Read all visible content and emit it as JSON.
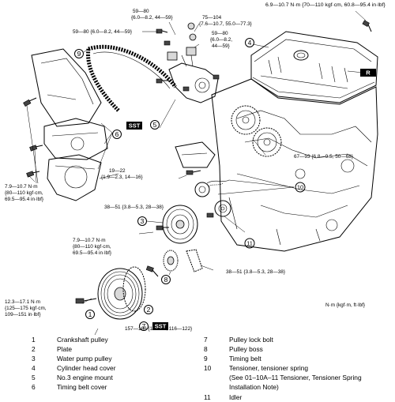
{
  "torque_labels": {
    "top_right": "6.9—10.7 N·m {70—110 kgf·cm, 60.8—95.4 in·lbf}",
    "t_59_80_top": [
      "59—80",
      "{6.0—8.2, 44—59}"
    ],
    "t_75_104": [
      "75—104",
      "{7.6—10.7, 55.0—77.3}"
    ],
    "t_59_80_left": "59—80 {6.0—8.2, 44—59}",
    "t_59_80_mid": [
      "59—80",
      "{6.0—8.2,",
      "44—59}"
    ],
    "t_67_93": "67—93 {6.8—9.5, 50—68}",
    "t_19_22": [
      "19—22",
      "{1.9—2.3, 14—16}"
    ],
    "t_38_51_a": "38—51 {3.8—5.3, 28—38}",
    "t_7_9_left": [
      "7.9—10.7 N·m",
      "{80—110 kgf·cm,",
      "69.5—95.4 in·lbf}"
    ],
    "t_7_9_mid": [
      "7.9—10.7 N·m",
      "{80—110 kgf·cm,",
      "69.5—95.4 in·lbf}"
    ],
    "t_38_51_b": "38—51 {3.8—5.3, 28—38}",
    "t_12_3": [
      "12.3—17.1 N·m",
      "{125—175 kgf·cm,",
      "109—151 in·lbf}"
    ],
    "t_157_166": "157—166 {16—17, 116—122}",
    "unit_note": "N·m {kgf·m, ft·lbf}"
  },
  "badges": {
    "sst": "SST",
    "r": "R"
  },
  "callouts": [
    "1",
    "2",
    "3",
    "4",
    "5",
    "6",
    "7",
    "8",
    "9",
    "10",
    "11"
  ],
  "legend": {
    "left": [
      {
        "num": "1",
        "text": "Crankshaft pulley"
      },
      {
        "num": "2",
        "text": "Plate"
      },
      {
        "num": "3",
        "text": "Water pump pulley"
      },
      {
        "num": "4",
        "text": "Cylinder head cover"
      },
      {
        "num": "5",
        "text": "No.3 engine mount"
      },
      {
        "num": "6",
        "text": "Timing belt cover"
      }
    ],
    "right": [
      {
        "num": "7",
        "text": "Pulley lock bolt"
      },
      {
        "num": "8",
        "text": "Pulley boss"
      },
      {
        "num": "9",
        "text": "Timing belt"
      },
      {
        "num": "10",
        "text": "Tensioner, tensioner spring"
      },
      {
        "num": "",
        "text": "(See 01–10A–11 Tensioner, Tensioner Spring"
      },
      {
        "num": "",
        "text": "Installation Note)"
      },
      {
        "num": "11",
        "text": "Idler"
      }
    ]
  }
}
